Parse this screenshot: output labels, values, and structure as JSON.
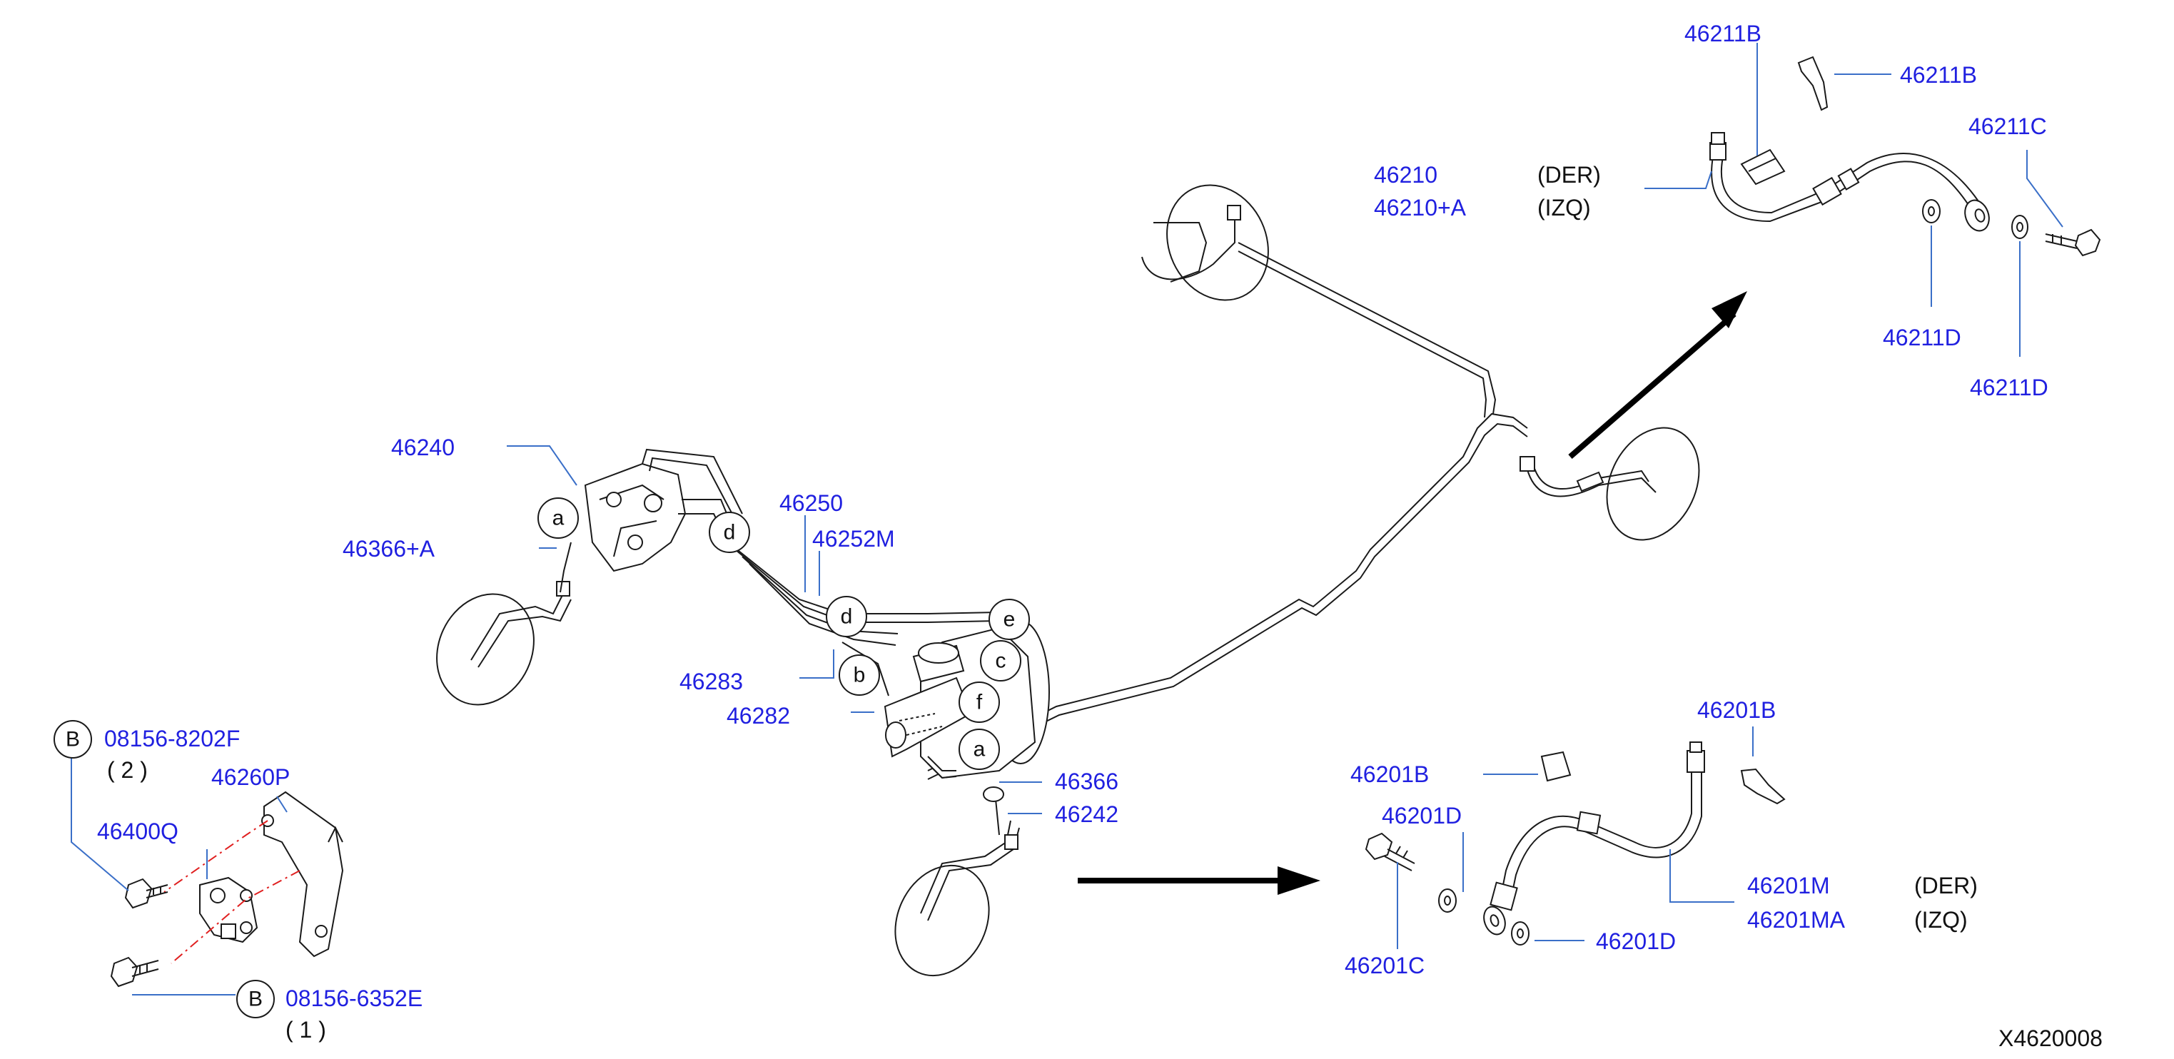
{
  "diagram_id": "X4620008",
  "side_labels": {
    "right": "(DER)",
    "left": "(IZQ)"
  },
  "callouts": [
    "a",
    "b",
    "c",
    "d",
    "e",
    "f",
    "B"
  ],
  "parts": {
    "p46211B_top": "46211B",
    "p46211B_clip": "46211B",
    "p46211C": "46211C",
    "p46210": "46210",
    "p46210A": "46210+A",
    "p46211D_a": "46211D",
    "p46211D_b": "46211D",
    "p46240": "46240",
    "p46366A": "46366+A",
    "p46250": "46250",
    "p46252M": "46252M",
    "p46283": "46283",
    "p46282": "46282",
    "p46366": "46366",
    "p46242": "46242",
    "p08156_8202F": "08156-8202F",
    "qty_2": "( 2 )",
    "p46260P": "46260P",
    "p46400Q": "46400Q",
    "p08156_6352E": "08156-6352E",
    "qty_1": "( 1 )",
    "p46201B_r": "46201B",
    "p46201B_l": "46201B",
    "p46201D_t": "46201D",
    "p46201D_b": "46201D",
    "p46201C": "46201C",
    "p46201M": "46201M",
    "p46201MA": "46201MA"
  }
}
